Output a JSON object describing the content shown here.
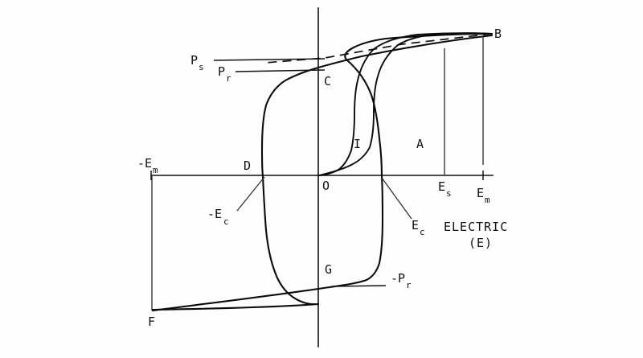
{
  "figure": {
    "kind": "ferroelectric-hysteresis-loop",
    "axis_label_lines": [
      "ELECTRIC",
      "(E)"
    ],
    "background_color": "#fefefe",
    "ink_color": "#111111"
  },
  "chart_data": {
    "type": "line",
    "title": "",
    "subtitle": "",
    "xlabel": "ELECTRIC (E)",
    "ylabel": "",
    "grid": false,
    "legend_position": "none",
    "axis_ticks": {
      "x": [
        {
          "label": "-E_m",
          "display": "-E",
          "sub": "m",
          "value": -1.0
        },
        {
          "label": "O",
          "display": "O",
          "sub": "",
          "value": 0.0
        },
        {
          "label": "E_s",
          "display": "E",
          "sub": "s",
          "value": 0.78
        },
        {
          "label": "E_m",
          "display": "E",
          "sub": "m",
          "value": 1.0
        }
      ],
      "y": [
        {
          "label": "P_s",
          "display": "P",
          "sub": "s",
          "value": 1.0
        },
        {
          "label": "P_r",
          "display": "P",
          "sub": "r",
          "value": 0.88
        },
        {
          "label": "-P_r",
          "display": "-P",
          "sub": "r",
          "value": -0.88
        }
      ]
    },
    "annotations": [
      {
        "label": "B",
        "role": "positive-saturation-point"
      },
      {
        "label": "C",
        "role": "positive-remanent-polarization"
      },
      {
        "label": "D",
        "role": "negative-coercive-field-point"
      },
      {
        "label": "F",
        "role": "negative-saturation-point"
      },
      {
        "label": "G",
        "role": "negative-remanent-polarization"
      },
      {
        "label": "A",
        "role": "upper-ascending-branch"
      },
      {
        "label": "I",
        "role": "initial-polarization-curve"
      },
      {
        "label": "-E_c",
        "display": "-E",
        "sub": "c",
        "role": "negative-coercive-field"
      },
      {
        "label": "E_c",
        "display": "E",
        "sub": "c",
        "role": "positive-coercive-field"
      }
    ],
    "series": [
      {
        "name": "initial-curve-I",
        "style": "solid",
        "note": "virgin curve from origin O rising to saturation near B"
      },
      {
        "name": "descending-branch-B-C-D-F",
        "style": "solid",
        "note": "from B through C (P_r) down through D (-E_c) to F"
      },
      {
        "name": "ascending-branch-F-G-A-B",
        "style": "solid",
        "note": "from F through G (-P_r) up through E_c to A and B"
      },
      {
        "name": "minor-loop-inner",
        "style": "solid",
        "note": "inner sub-loop in first quadrant"
      },
      {
        "name": "saturation-extrapolation",
        "style": "dashed",
        "note": "dashed tangent extrapolated from B to P_s intercept"
      }
    ]
  },
  "labels": {
    "Ps": {
      "main": "P",
      "sub": "s"
    },
    "Pr": {
      "main": "P",
      "sub": "r"
    },
    "negPr": {
      "main": "-P",
      "sub": "r"
    },
    "negEm": {
      "main": "-E",
      "sub": "m"
    },
    "Es": {
      "main": "E",
      "sub": "s"
    },
    "Em": {
      "main": "E",
      "sub": "m"
    },
    "negEc": {
      "main": "-E",
      "sub": "c"
    },
    "Ec": {
      "main": "E",
      "sub": "c"
    },
    "A": "A",
    "B": "B",
    "C": "C",
    "D": "D",
    "F": "F",
    "G": "G",
    "I": "I",
    "O": "O",
    "electric": "ELECTRIC",
    "electric_sym": "(E)"
  }
}
